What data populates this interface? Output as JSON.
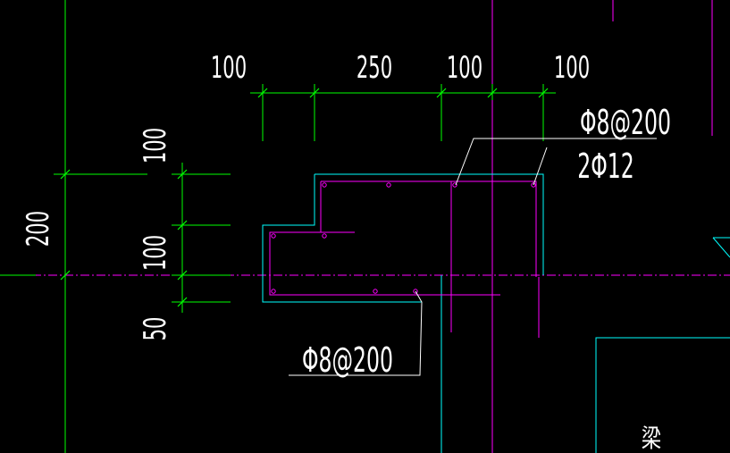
{
  "colors": {
    "background": "#000000",
    "dimension": "#00ff00",
    "concrete_outline": "#00ffff",
    "rebar": "#ff00ff",
    "text": "#ffffff",
    "leader": "#ffffff"
  },
  "dimensions": {
    "top": [
      "100",
      "250",
      "100",
      "100"
    ],
    "left_outer": "200",
    "left_inner": [
      "100",
      "100",
      "50"
    ]
  },
  "annotations": {
    "stirrup_top": "Φ8@200",
    "longitudinal_top": "2Φ12",
    "stirrup_bottom": "Φ8@200",
    "beam_char": "梁"
  }
}
